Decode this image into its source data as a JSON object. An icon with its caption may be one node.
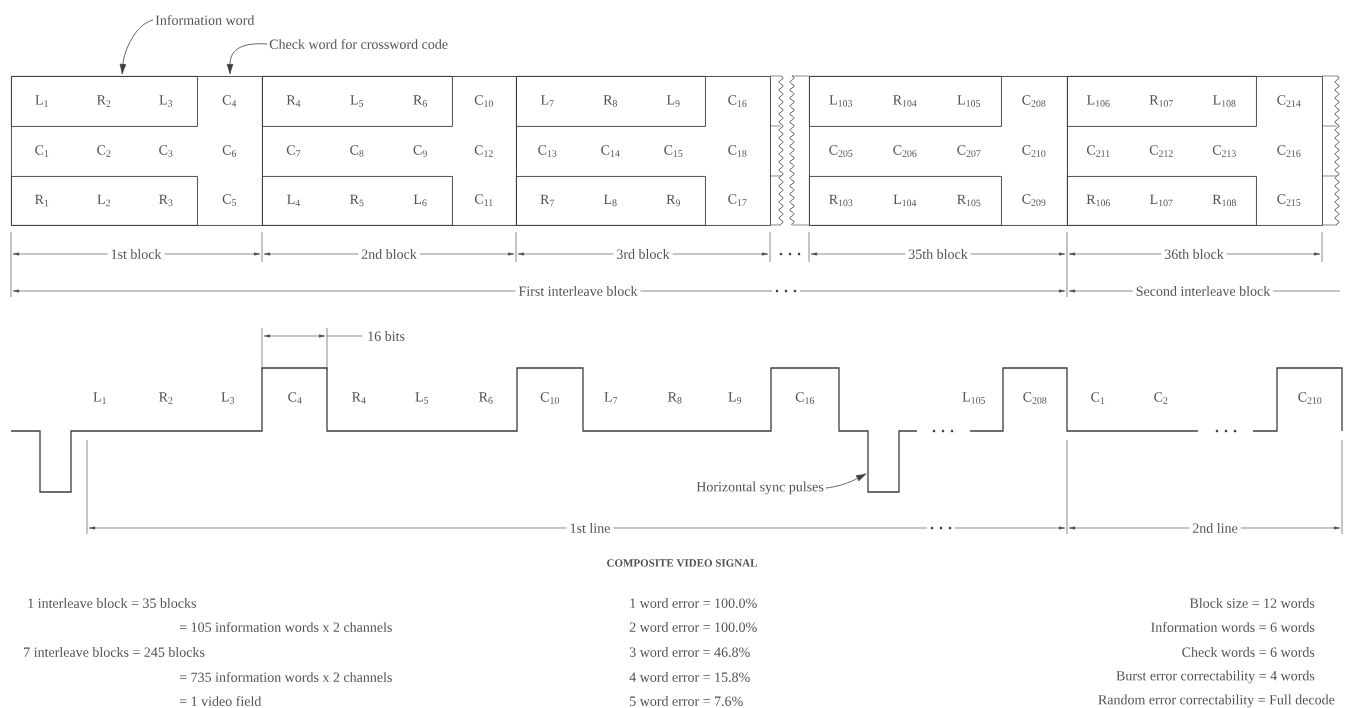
{
  "diagram": {
    "nodes": [
      {
        "text": [
          "C$_{4}$",
          "C$_{1}$",
          "C$_{2}$",
          "C$_{3}$",
          "C$_{6}$",
          "C$_{5}$"
        ]
      },
      {
        "text": [
          "L$_{1}$",
          "R$_{2}$",
          "L$_{3}$"
        ],
        "in": 0
      },
      {
        "text": [
          "R$_{1}$",
          "L$_{2}$",
          "R$_{3}$"
        ],
        "in": 0
      },
      {
        "text": [
          "C$_{10}$",
          "C$_{7}$",
          "C$_{8}$",
          "C$_{9}$",
          "C$_{12}$",
          "C$_{11}$"
        ]
      },
      {
        "text": [
          "R$_{4}$",
          "L$_{5}$",
          "R$_{6}$"
        ],
        "in": 3
      },
      {
        "text": [
          "L$_{4}$",
          "R$_{5}$",
          "L$_{6}$"
        ],
        "in": 3
      },
      {
        "text": [
          "C$_{16}$",
          "C$_{13}$",
          "C$_{14}$",
          "C$_{15}$",
          "C$_{18}$",
          "C$_{17}$"
        ]
      },
      {
        "text": [
          "L$_{7}$",
          "R$_{8}$",
          "L$_{9}$"
        ],
        "in": 6
      },
      {
        "text": [
          "R$_{7}$",
          "L$_{8}$",
          "R$_{9}$"
        ],
        "in": 6
      },
      {
        "text": [
          "C$_{208}$",
          "C$_{205}$",
          "C$_{206}$",
          "C$_{207}$",
          "C$_{210}$",
          "C$_{209}$"
        ]
      },
      {
        "text": [
          "L$_{103}$",
          "R$_{104}$",
          "L$_{105}$"
        ],
        "in": 9
      },
      {
        "text": [
          "R$_{103}$",
          "L$_{104}$",
          "R$_{105}$"
        ],
        "in": 9
      },
      {
        "text": [
          "C$_{214}$",
          "C$_{211}$",
          "C$_{212}$",
          "C$_{213}$",
          "C$_{216}$",
          "C$_{215}$"
        ]
      },
      {
        "text": [
          "L$_{106}$",
          "R$_{107}$",
          "L$_{108}$"
        ],
        "in": 12
      },
      {
        "text": [
          "R$_{106}$",
          "L$_{107}$",
          "R$_{108}$"
        ],
        "in": 12
      },
      {
        "text": [
          "Information word"
        ]
      },
      {
        "text": [
          "Check word for crossword code"
        ]
      },
      {
        "text": [
          "Horizontal sync pulses"
        ]
      }
    ],
    "edges": [
      {
        "from": 15,
        "to": 1,
        "arrow": "to"
      },
      {
        "from": 16,
        "to": 0,
        "arrow": "to"
      },
      {
        "from": 17,
        "to": null,
        "arrow": "to"
      }
    ],
    "labels": [
      "1st block",
      "2nd block",
      "3rd block",
      "35th block",
      "36th block",
      "First interleave block",
      "Second interleave block",
      "16 bits",
      "L$_{1}$",
      "R$_{2}$",
      "L$_{3}$",
      "C$_{4}$",
      "R$_{4}$",
      "L$_{5}$",
      "R$_{6}$",
      "C$_{10}$",
      "L$_{7}$",
      "R$_{8}$",
      "L$_{9}$",
      "C$_{16}$",
      "L$_{105}$",
      "C$_{208}$",
      "C$_{1}$",
      "C$_{2}$",
      "C$_{210}$",
      "1st line",
      "2nd line",
      "COMPOSITE VIDEO SIGNAL",
      "1 interleave block = 35 blocks",
      "= 105 information words x 2 channels",
      "7 interleave blocks = 245 blocks",
      "= 735 information words x 2 channels",
      "= 1 video field",
      "1 word error = 100.0%",
      "2 word error = 100.0%",
      "3 word error = 46.8%",
      "4 word error = 15.8%",
      "5 word error = 7.6%",
      "Block size = 12 words",
      "Information words = 6 words",
      "Check words = 6 words",
      "Burst error correctability = 4 words",
      "Random error correctability = Full decode"
    ]
  }
}
